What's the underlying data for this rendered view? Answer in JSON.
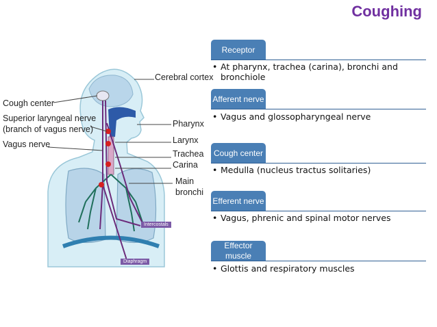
{
  "title": "Coughing",
  "figure": {
    "labels": {
      "cerebral_cortex": "Cerebral cortex",
      "cough_center": "Cough center",
      "superior_laryngeal_1": "Superior laryngeal nerve",
      "superior_laryngeal_2": "(branch of vagus nerve)",
      "vagus_nerve": "Vagus nerve",
      "pharynx": "Pharynx",
      "larynx": "Larynx",
      "trachea": "Trachea",
      "carina": "Carina",
      "main_1": "Main",
      "main_2": "bronchi",
      "intercostals": "Intercostals",
      "diaphragm": "Diaphragm"
    }
  },
  "stages": [
    {
      "label": "Receptor",
      "text": "At pharynx, trachea (carina), bronchi and bronchiole"
    },
    {
      "label": "Afferent nerve",
      "text": "Vagus and glossopharyngeal nerve"
    },
    {
      "label": "Cough center",
      "text": "Medulla (nucleus tractus solitaries)"
    },
    {
      "label": "Efferent nerve",
      "text": "Vagus, phrenic and spinal motor nerves"
    },
    {
      "label": "Effector muscle",
      "text": "Glottis and respiratory muscles"
    }
  ],
  "colors": {
    "title": "#7030a0",
    "tab": "#4a7fb5",
    "rule": "#2f5f94",
    "nerve": "#6b2a7a",
    "receptor": "#d62020"
  }
}
